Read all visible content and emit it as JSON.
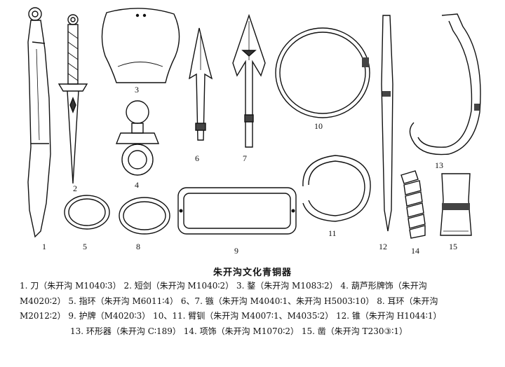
{
  "figure_numbers": [
    "1",
    "2",
    "3",
    "4",
    "5",
    "6",
    "7",
    "8",
    "9",
    "10",
    "11",
    "12",
    "13",
    "14",
    "15"
  ],
  "caption": {
    "title": "朱开沟文化青铜器",
    "lines": [
      "1. 刀（朱开沟 M1040∶3） 2. 短剑（朱开沟 M1040∶2） 3. 鍪（朱开沟 M1083∶2） 4. 葫芦形牌饰（朱开沟",
      "M4020∶2） 5. 指环（朱开沟 M6011∶4） 6、7. 镞（朱开沟 M4040∶1、朱开沟 H5003∶10） 8. 耳环（朱开沟",
      "M2012∶2） 9. 护牌（M4020∶3） 10、11. 臂钏（朱开沟 M4007∶1、M4035∶2） 12. 锥（朱开沟 H1044∶1）",
      "13. 环形器（朱开沟 C∶189） 14. 项饰（朱开沟 M1070∶2） 15. 凿（朱开沟 T230③∶1）"
    ]
  }
}
